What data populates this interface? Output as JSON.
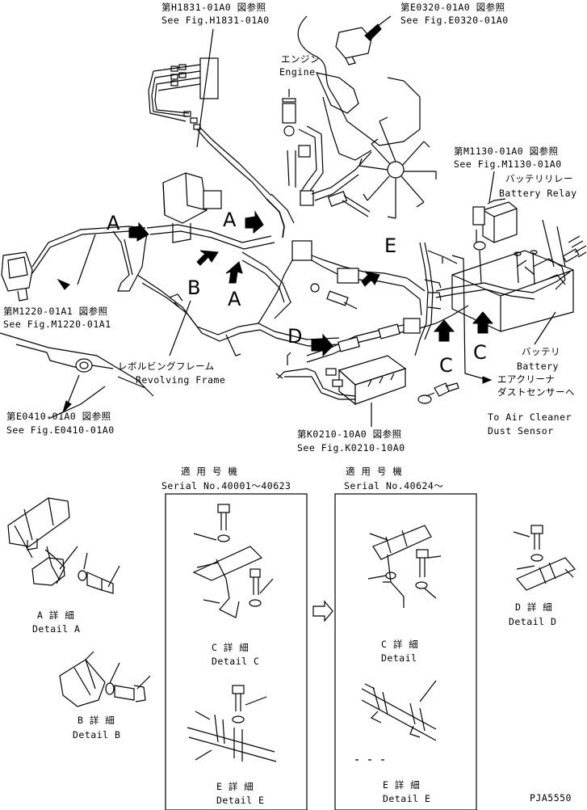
{
  "callouts": {
    "h1831_jp": "第H1831-01A0 図参照",
    "h1831_en": "See Fig.H1831-01A0",
    "e0320_jp": "第E0320-01A0 図参照",
    "e0320_en": "See Fig.E0320-01A0",
    "engine_jp": "エンジン",
    "engine_en": "Engine",
    "m1130_jp": "第M1130-01A0 図参照",
    "m1130_en": "See Fig.M1130-01A0",
    "relay_jp": "バッテリリレー",
    "relay_en": "Battery Relay",
    "m1220_jp": "第M1220-01A1 図参照",
    "m1220_en": "See Fig.M1220-01A1",
    "frame_jp": "レボルビングフレーム",
    "frame_en": "Revolving Frame",
    "e0410_jp": "第E0410-01A0 図参照",
    "e0410_en": "See Fig.E0410-01A0",
    "battery_jp": "バッテリ",
    "battery_en": "Battery",
    "aircleaner_jp1": "エアクリーナ",
    "aircleaner_jp2": "ダストセンサーへ",
    "aircleaner_en1": "To Air Cleaner",
    "aircleaner_en2": "Dust Sensor",
    "k0210_jp": "第K0210-10A0 図参照",
    "k0210_en": "See Fig.K0210-10A0"
  },
  "view_letters": {
    "a1": "A",
    "a2": "A",
    "a3": "A",
    "b": "B",
    "c1": "C",
    "c2": "C",
    "d": "D",
    "e": "E"
  },
  "serials": {
    "left_jp": "適 用 号 機",
    "left_en": "Serial No.40001～40623",
    "right_jp": "適 用 号 機",
    "right_en": "Serial No.40624～"
  },
  "details": {
    "a_jp": "A  詳  細",
    "a_en": "Detail A",
    "b_jp": "B  詳  細",
    "b_en": "Detail B",
    "c1_jp": "C  詳  細",
    "c1_en": "Detail C",
    "e1_jp": "E  詳  細",
    "e1_en": "Detail E",
    "c2_jp": "C  詳  細",
    "c2_en": "Detail",
    "e2_jp": "E  詳  細",
    "e2_en": "Detail E",
    "d_jp": "D  詳  細",
    "d_en": "Detail D"
  },
  "drawing_code": "PJA5550"
}
